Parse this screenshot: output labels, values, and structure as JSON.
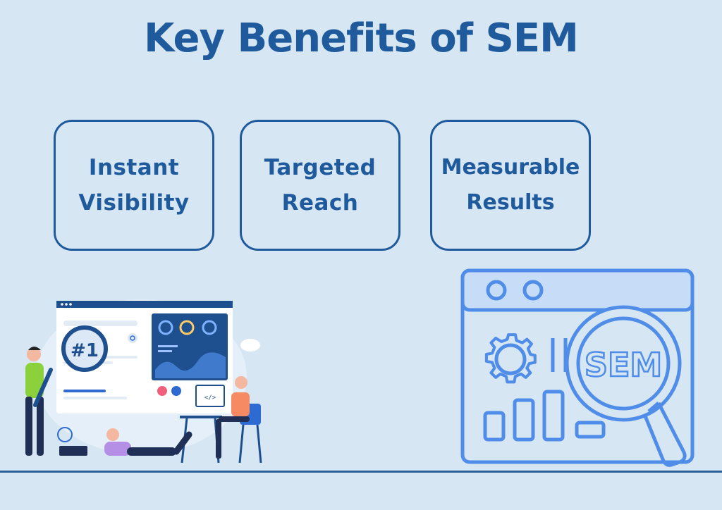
{
  "title": "Key Benefits of SEM",
  "benefits": [
    {
      "line1": "Instant",
      "line2": "Visibility"
    },
    {
      "line1": "Targeted",
      "line2": "Reach"
    },
    {
      "line1": "Measurable",
      "line2": "Results"
    }
  ],
  "illustration": {
    "rank_badge": "#1",
    "code_glyph": "</>"
  },
  "sem_icon": {
    "label": "SEM"
  },
  "colors": {
    "background": "#d6e6f3",
    "primary": "#1f5a9c",
    "icon_blue": "#4f8de8"
  }
}
